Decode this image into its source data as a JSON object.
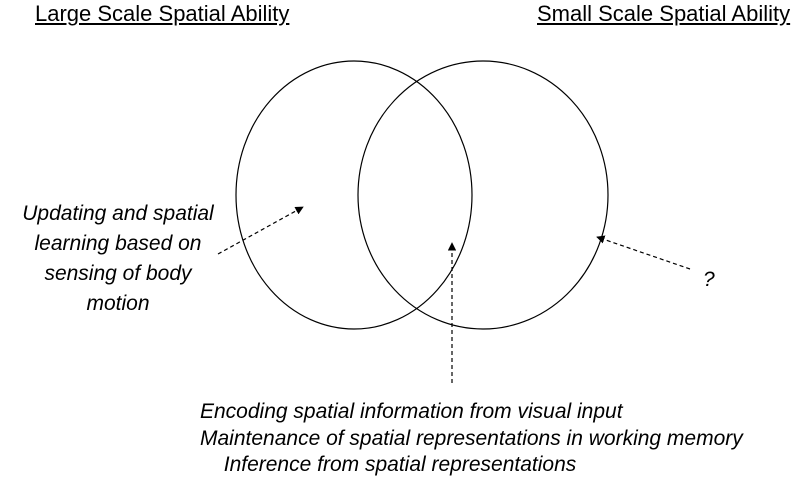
{
  "headings": {
    "large_scale": "Large Scale Spatial Ability",
    "small_scale": "Small Scale Spatial Ability"
  },
  "annotations": {
    "body_motion": [
      "Updating and spatial",
      "learning based on",
      "sensing of body",
      "motion"
    ],
    "unknown": "?",
    "shared": [
      "Encoding spatial information from visual input",
      "Maintenance of spatial representations in working memory",
      "Inference from spatial representations"
    ]
  },
  "colors": {
    "stroke": "#000000",
    "background": "#ffffff"
  }
}
